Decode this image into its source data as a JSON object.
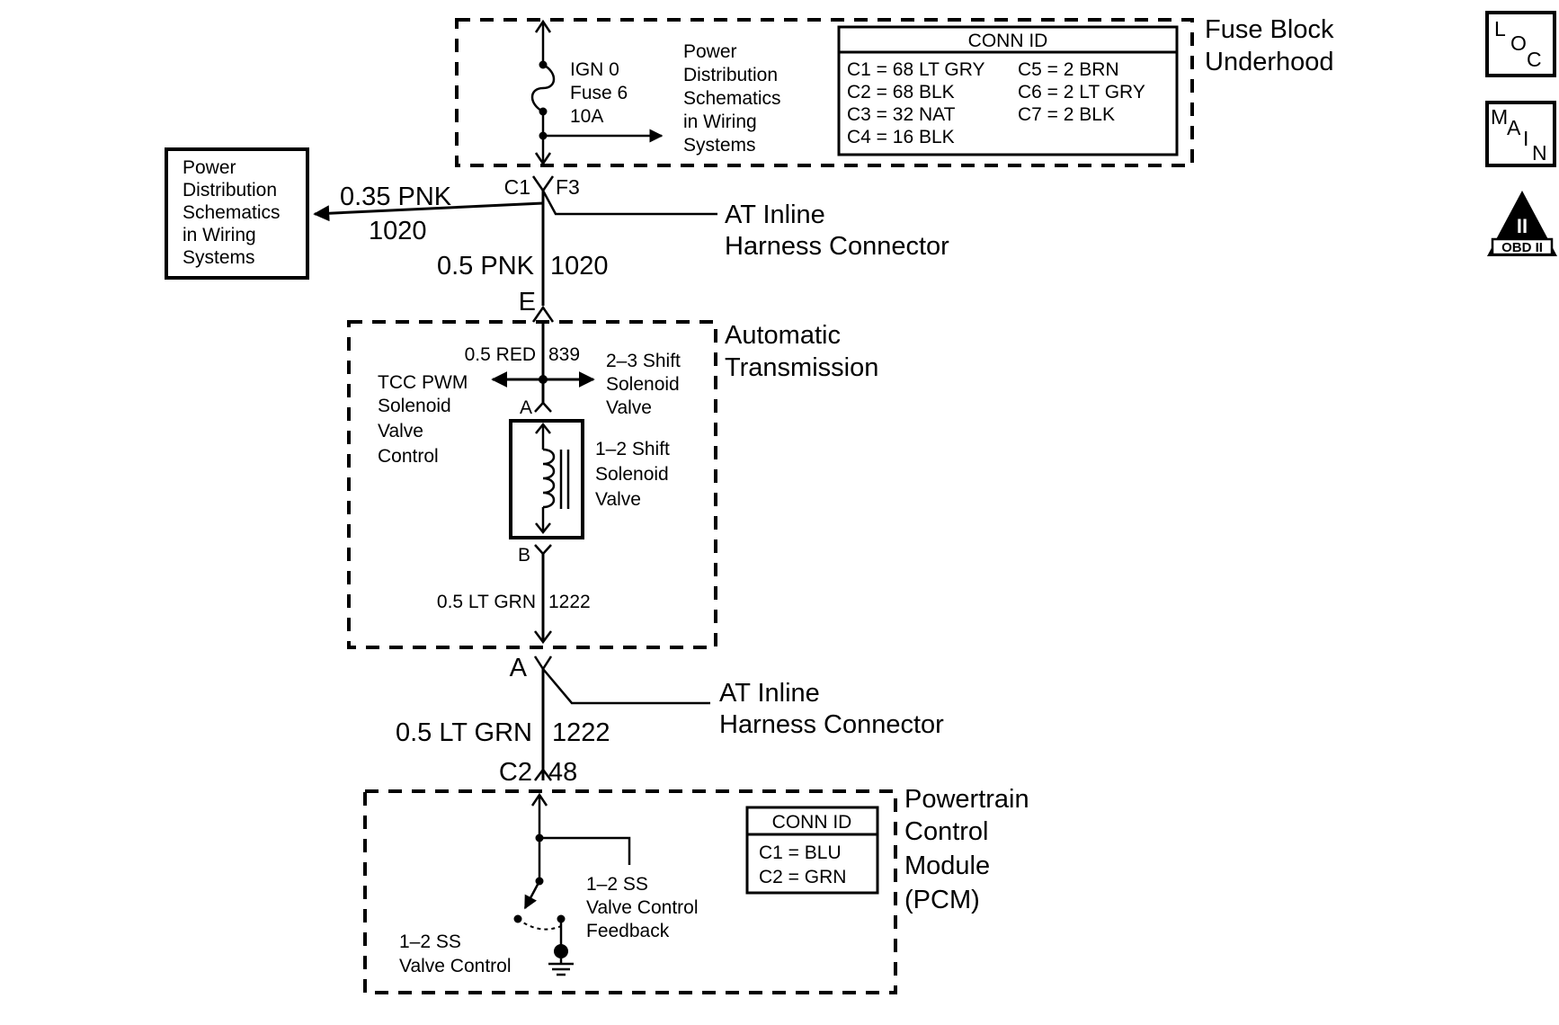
{
  "fuse_block": {
    "label_line1": "Fuse Block",
    "label_line2": "Underhood",
    "fuse": [
      "IGN 0",
      "Fuse 6",
      "10A"
    ],
    "power_ref": [
      "Power",
      "Distribution",
      "Schematics",
      "in Wiring",
      "Systems"
    ],
    "conn_id": {
      "title": "CONN ID",
      "left": [
        "C1 = 68 LT GRY",
        "C2 = 68 BLK",
        "C3 = 32 NAT",
        "C4 = 16 BLK"
      ],
      "right": [
        "C5 = 2 BRN",
        "C6 = 2 LT GRY",
        "C7 = 2 BLK"
      ]
    },
    "connector": "C1",
    "terminal": "F3"
  },
  "power_ref_box": {
    "lines": [
      "Power",
      "Distribution",
      "Schematics",
      "in Wiring",
      "Systems"
    ],
    "wire": "0.35 PNK",
    "circuit": "1020"
  },
  "inline_connector_top": {
    "line1": "AT Inline",
    "line2": "Harness Connector",
    "wire": "0.5 PNK",
    "circuit": "1020",
    "terminal": "E"
  },
  "automatic_transmission": {
    "label_line1": "Automatic",
    "label_line2": "Transmission",
    "wire_top": "0.5 RED",
    "circuit_top": "839",
    "tcc_label": [
      "TCC PWM",
      "Solenoid",
      "Valve",
      "Control"
    ],
    "shift23_label": [
      "2–3 Shift",
      "Solenoid",
      "Valve"
    ],
    "shift12_label": [
      "1–2 Shift",
      "Solenoid",
      "Valve"
    ],
    "pin_a": "A",
    "pin_b": "B",
    "wire_bottom": "0.5 LT GRN",
    "circuit_bottom": "1222"
  },
  "inline_connector_bottom": {
    "line1": "AT Inline",
    "line2": "Harness Connector",
    "terminal": "A",
    "wire": "0.5 LT GRN",
    "circuit": "1222",
    "pcm_connector": "C2",
    "pcm_terminal": "48"
  },
  "pcm": {
    "label": [
      "Powertrain",
      "Control",
      "Module",
      "(PCM)"
    ],
    "conn_id": {
      "title": "CONN ID",
      "lines": [
        "C1 = BLU",
        "C2 = GRN"
      ]
    },
    "feedback_label": [
      "1–2 SS",
      "Valve Control",
      "Feedback"
    ],
    "control_label": [
      "1–2 SS",
      "Valve Control"
    ]
  },
  "symbols": {
    "loc": [
      "L",
      "O",
      "C"
    ],
    "main": [
      "M",
      "A",
      "I",
      "N"
    ],
    "obd_numeral": "II",
    "obd_text": "OBD II"
  }
}
